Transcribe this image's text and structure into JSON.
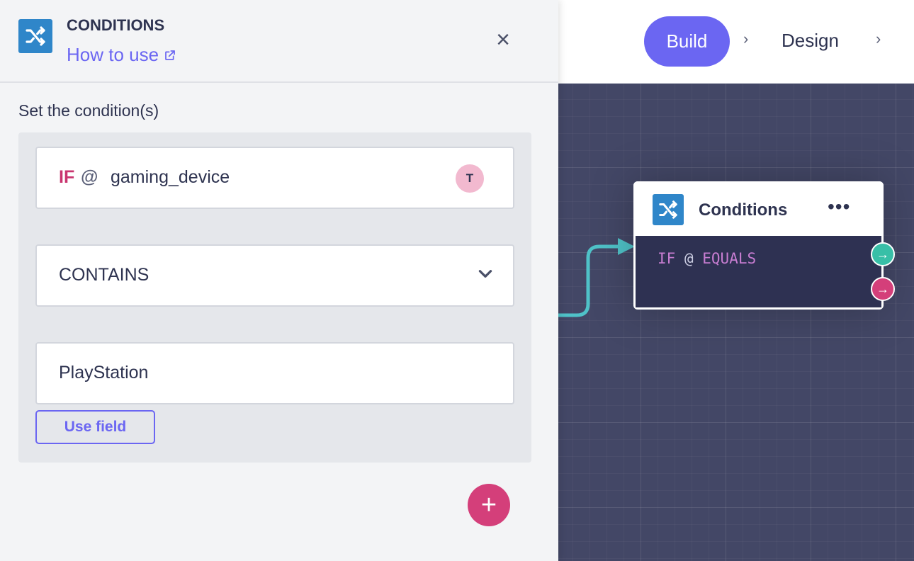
{
  "topbar": {
    "steps": [
      {
        "label": "Build",
        "active": true
      },
      {
        "label": "Design",
        "active": false
      }
    ],
    "separator": "›"
  },
  "panel": {
    "title": "CONDITIONS",
    "how_to_use": "How to use",
    "close_glyph": "×",
    "section_label": "Set the condition(s)",
    "condition": {
      "if_keyword": "IF",
      "at_symbol": "@",
      "variable": "gaming_device",
      "variable_type_badge": "T",
      "operator": "CONTAINS",
      "value": "PlayStation",
      "use_field_label": "Use field"
    },
    "add_glyph": "+"
  },
  "node": {
    "title": "Conditions",
    "more_glyph": "•••",
    "code_if": "IF",
    "code_at": "@",
    "code_op": "EQUALS",
    "port_glyph": "→"
  },
  "icons": {
    "panel_icon": "shuffle-icon",
    "node_icon": "shuffle-icon",
    "link_icon": "external-link-icon",
    "operator_chevron": "chevron-down-icon"
  },
  "colors": {
    "accent": "#6b66f2",
    "brand_blue": "#2f86c9",
    "pink": "#d43f7a",
    "teal": "#38bfa7",
    "canvas": "#434766",
    "node_body": "#2e3152"
  }
}
